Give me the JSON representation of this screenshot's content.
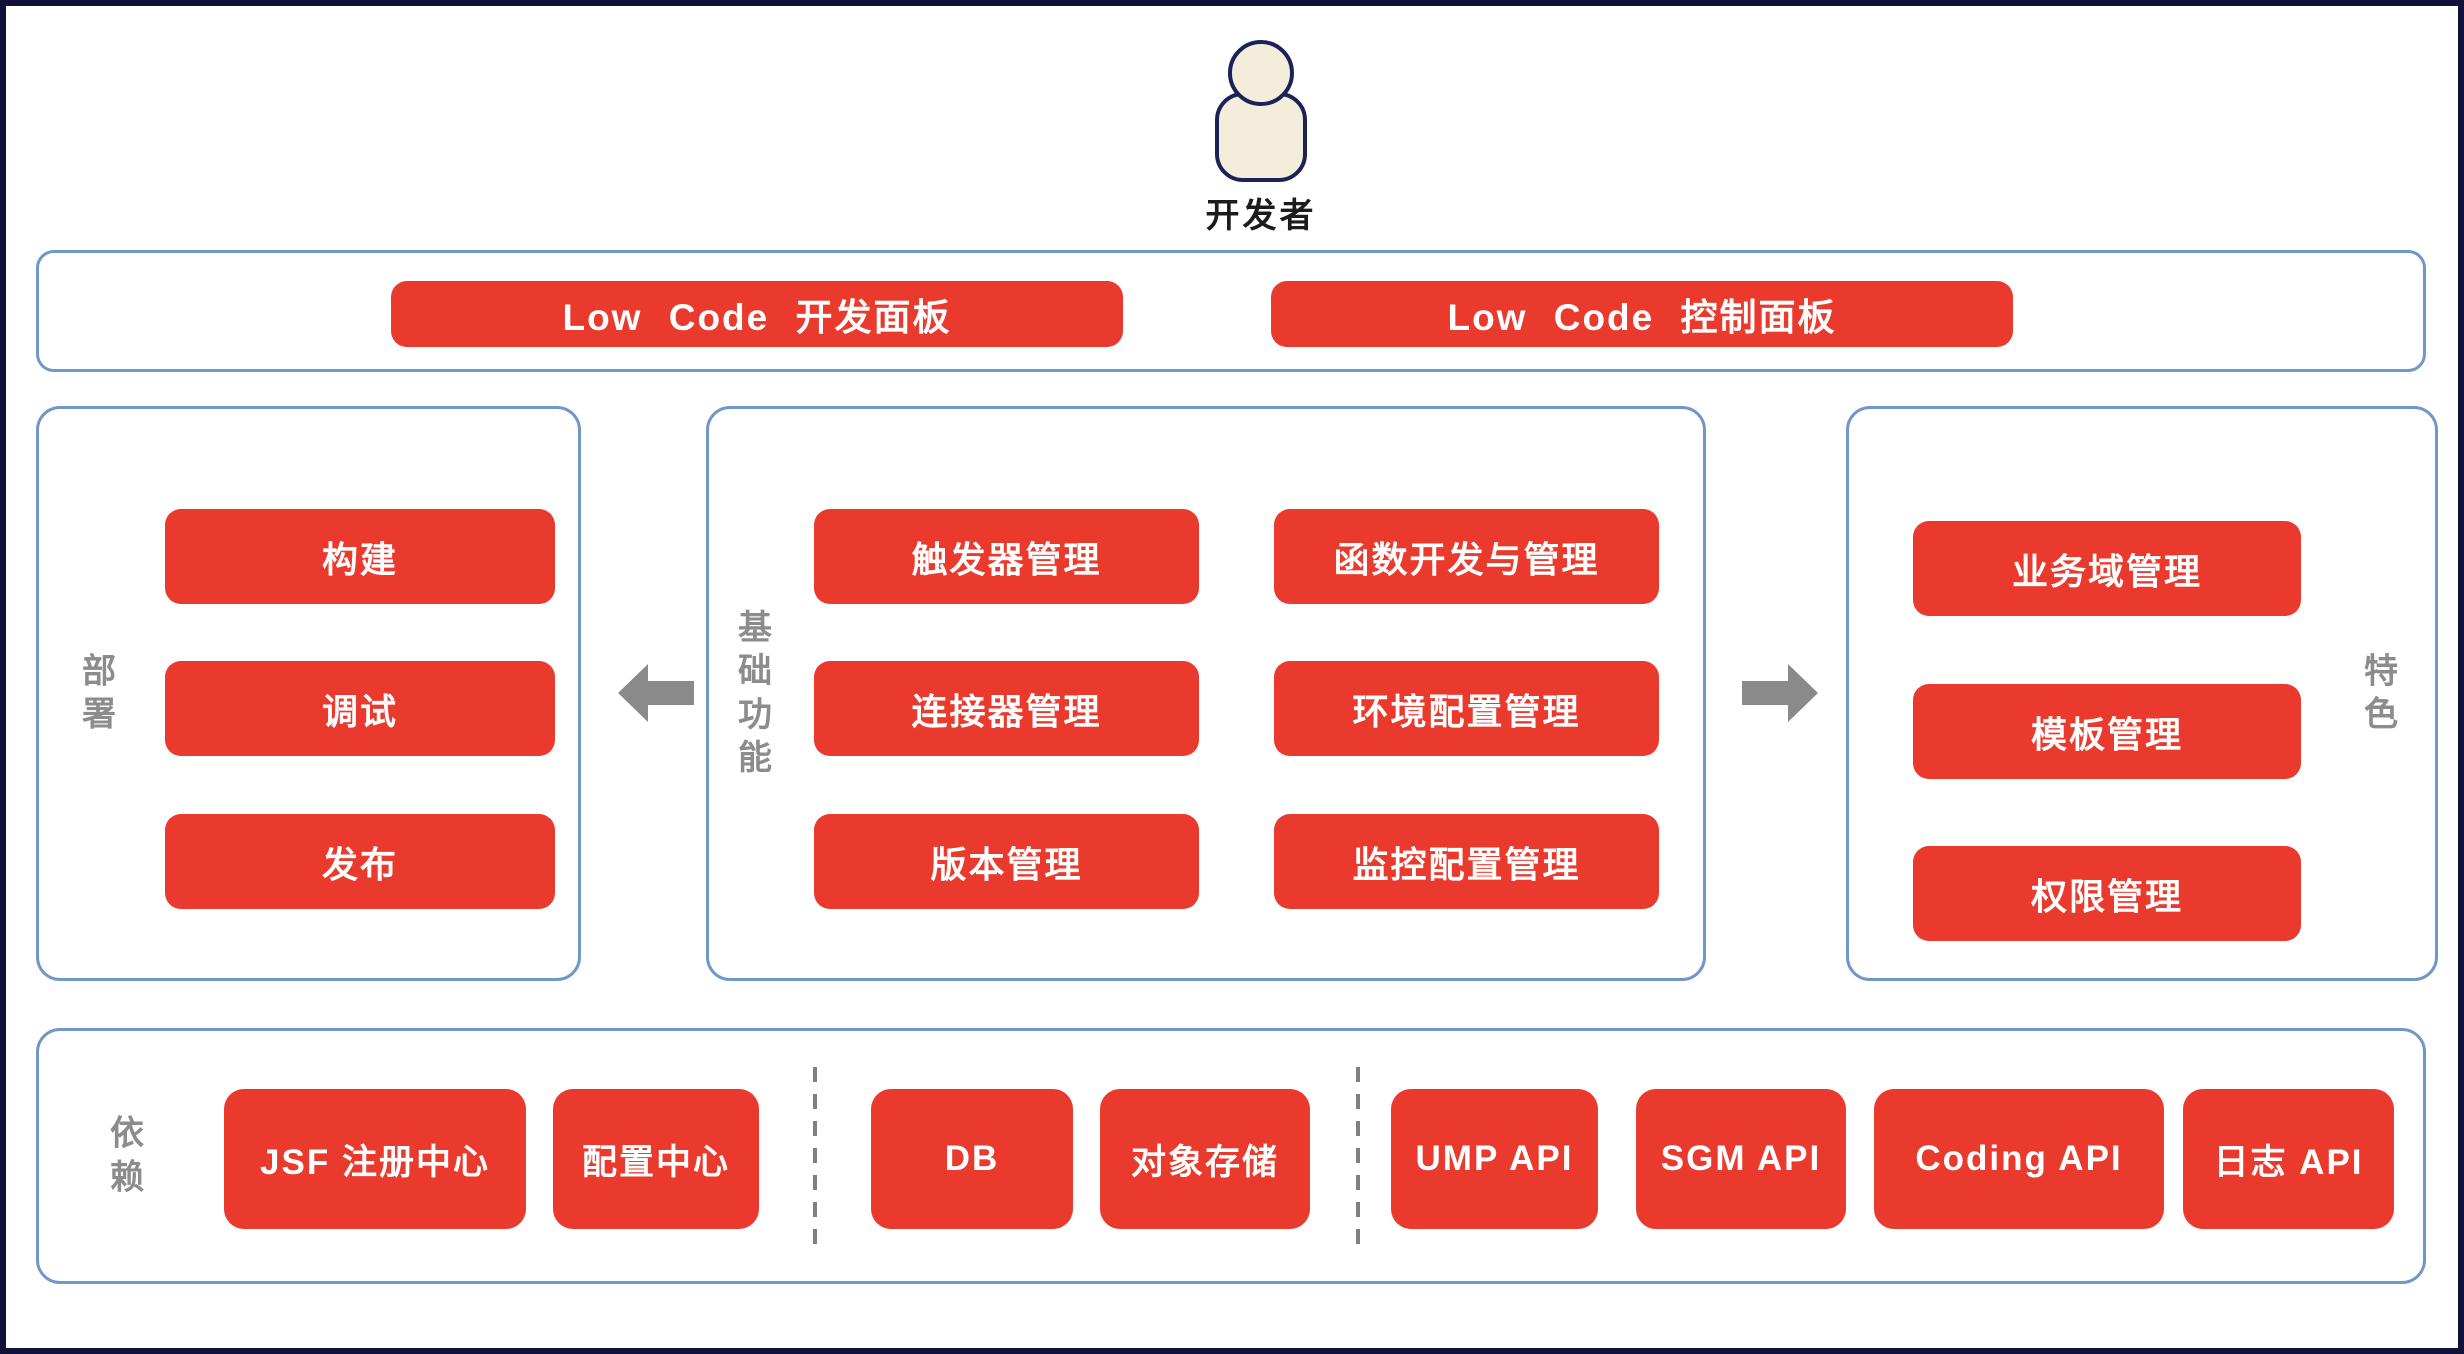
{
  "colors": {
    "node_red": "#e93a2d",
    "box_border_blue": "#7196c8",
    "frame_navy": "#10123a",
    "label_gray": "#8c8c8c",
    "arrow_gray": "#8a8a8a",
    "icon_fill_beige": "#f2eedb",
    "icon_stroke_navy": "#1b2256"
  },
  "actor": {
    "label": "开发者"
  },
  "top_bar": {
    "buttons": [
      {
        "label": "Low Code 开发面板"
      },
      {
        "label": "Low Code 控制面板"
      }
    ]
  },
  "deploy_group": {
    "label": "部署",
    "items": [
      "构建",
      "调试",
      "发布"
    ]
  },
  "basic_group": {
    "label": "基础功能",
    "items": [
      "触发器管理",
      "函数开发与管理",
      "连接器管理",
      "环境配置管理",
      "版本管理",
      "监控配置管理"
    ]
  },
  "feature_group": {
    "label": "特色",
    "items": [
      "业务域管理",
      "模板管理",
      "权限管理"
    ]
  },
  "dependency_group": {
    "label": "依赖",
    "segments": [
      [
        "JSF 注册中心",
        "配置中心"
      ],
      [
        "DB",
        "对象存储"
      ],
      [
        "UMP API",
        "SGM API",
        "Coding API",
        "日志 API"
      ]
    ]
  }
}
